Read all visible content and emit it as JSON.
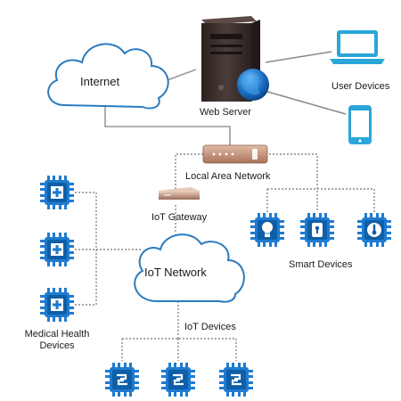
{
  "labels": {
    "internet": "Internet",
    "web_server": "Web Server",
    "user_devices": "User Devices",
    "lan": "Local Area Network",
    "iot_gateway": "IoT Gateway",
    "iot_network": "IoT Network",
    "smart_devices": "Smart Devices",
    "iot_devices": "IoT Devices",
    "medical_line1": "Medical Health",
    "medical_line2": "Devices"
  },
  "colors": {
    "cloud_stroke": "#2b7bbf",
    "device_blue": "#1f7bd0",
    "device_dark": "#0e5ea8",
    "connector_gray": "#8a8a8a",
    "router_body": "#c79a83",
    "server_body": "#3b302d",
    "laptop_screen": "#31a9d6"
  }
}
